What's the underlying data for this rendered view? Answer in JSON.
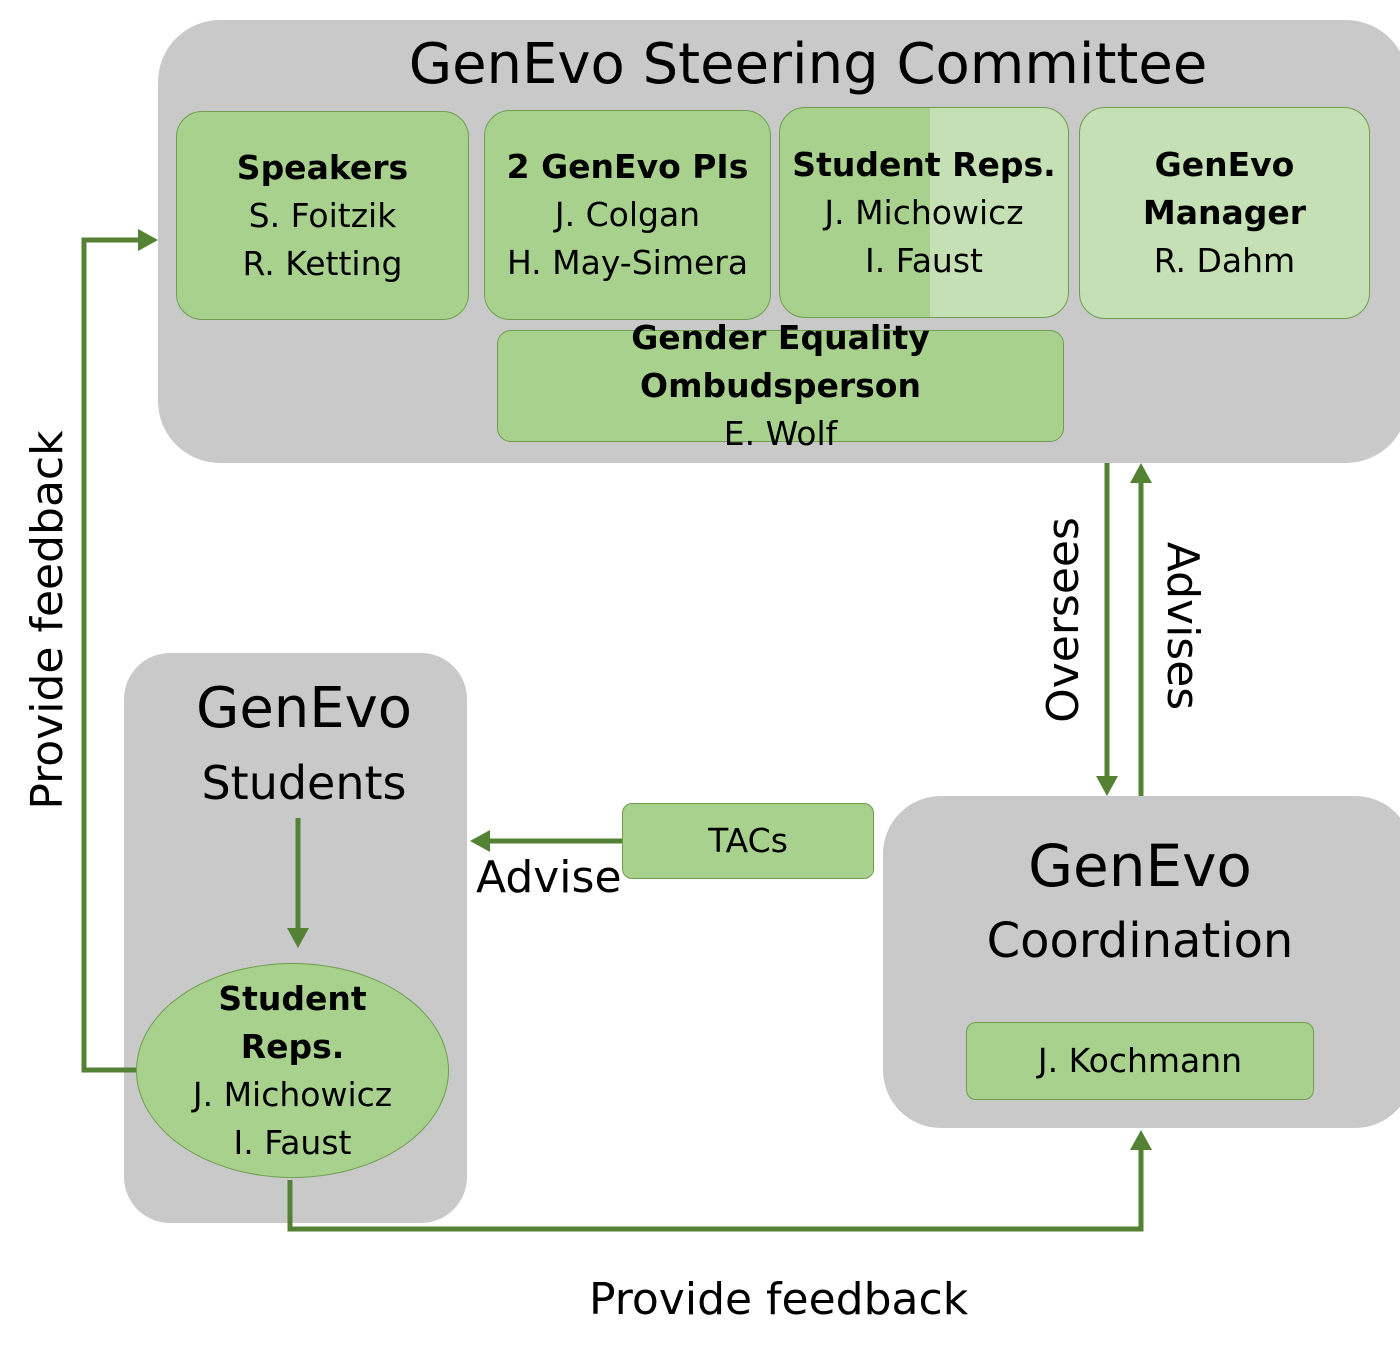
{
  "steering": {
    "title": "GenEvo Steering Committee",
    "speakers": {
      "heading": "Speakers",
      "names": [
        "S. Foitzik",
        "R. Ketting"
      ]
    },
    "pis": {
      "heading": "2 GenEvo PIs",
      "names": [
        "J. Colgan",
        "H. May-Simera"
      ]
    },
    "student_reps": {
      "heading": "Student Reps.",
      "names": [
        "J. Michowicz",
        "I. Faust"
      ]
    },
    "manager": {
      "heading_line1": "GenEvo",
      "heading_line2": "Manager",
      "names": [
        "R. Dahm"
      ]
    },
    "gender": {
      "heading": "Gender Equality Ombudsperson",
      "names": [
        "E. Wolf"
      ]
    }
  },
  "students": {
    "title_line1": "GenEvo",
    "title_line2": "Students",
    "reps": {
      "heading_line1": "Student",
      "heading_line2": "Reps.",
      "names": [
        "J. Michowicz",
        "I. Faust"
      ]
    }
  },
  "coordination": {
    "title_line1": "GenEvo",
    "title_line2": "Coordination",
    "person": "J. Kochmann"
  },
  "tacs": "TACs",
  "labels": {
    "oversees": "Oversees",
    "advises": "Advises",
    "advise": "Advise",
    "provide_feedback_left": "Provide feedback",
    "provide_feedback_bottom": "Provide feedback"
  },
  "colors": {
    "panel": "#c9c9c9",
    "box": "#a9d18e",
    "box_light": "#c5e0b4",
    "arrow": "#548235"
  }
}
